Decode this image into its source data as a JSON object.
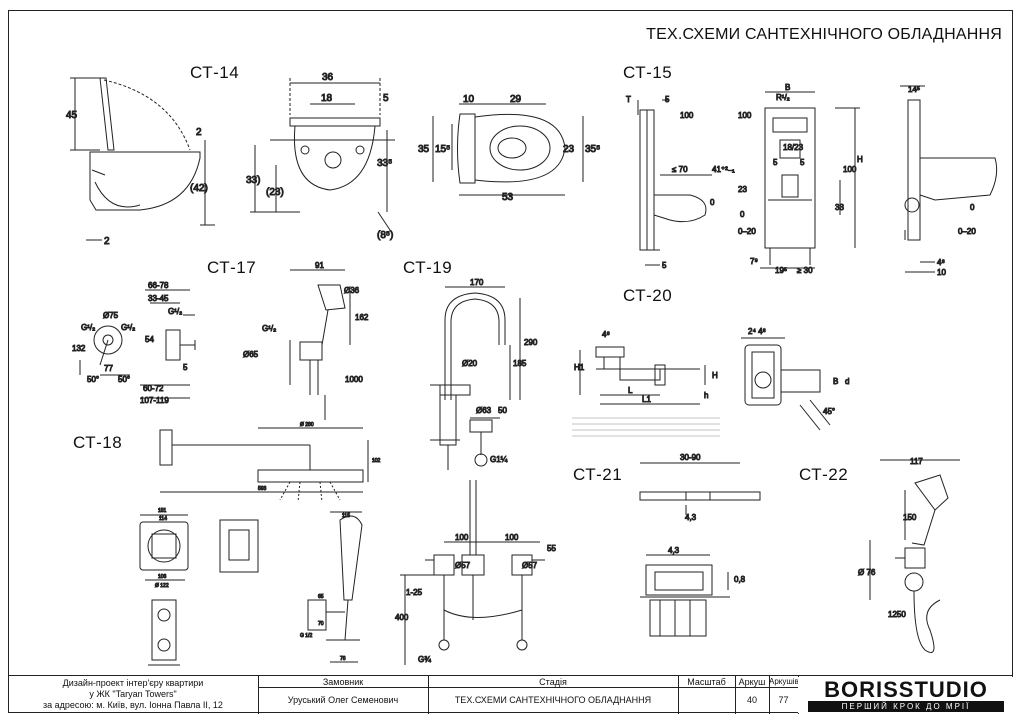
{
  "sheet": {
    "title": "ТЕХ.СХЕМИ САНТЕХНІЧНОГО ОБЛАДНАННЯ"
  },
  "labels": {
    "ct14": "СТ-14",
    "ct15": "СТ-15",
    "ct17": "СТ-17",
    "ct18": "СТ-18",
    "ct19": "СТ-19",
    "ct20": "СТ-20",
    "ct21": "СТ-21",
    "ct22": "СТ-22"
  },
  "dims": {
    "ct14": {
      "d45": "45",
      "d2a": "2",
      "d42": "(42)",
      "d2b": "2",
      "d36": "36",
      "d18": "18",
      "d5": "5",
      "d33": "33)",
      "d23": "(23)",
      "d335": "33⁵",
      "d85": "(8⁵)",
      "d10": "10",
      "d29": "29",
      "d35a": "35",
      "d155": "15⁵",
      "d23b": "23",
      "d355": "35⁵",
      "d53": "53"
    },
    "ct15": {
      "T": "T",
      "d5a": "5",
      "d100a": "100",
      "le70": "≤ 70",
      "d41": "41⁺²₋₁",
      "d0a": "0",
      "d5b": "5",
      "B": "B",
      "R": "R¹/₂",
      "d100b": "100",
      "d1823": "18/23",
      "d5c": "5",
      "d5d": "5",
      "H": "H",
      "d100c": "100",
      "d23": "23",
      "d33": "33",
      "d0b": "0",
      "d020a": "0–20",
      "d7": "7⁹",
      "d19": "19⁵",
      "ge30": "≥ 30",
      "d14": "14⁵",
      "d0c": "0",
      "d020b": "0–20",
      "d4": "4⁸",
      "d10": "10"
    },
    "ct17": {
      "a6678": "66-78",
      "a3345": "33-45",
      "g12a": "G¹/₂",
      "g12b": "G¹/₂",
      "g12c": "G¹/₂",
      "o75": "Ø75",
      "d132": "132",
      "d54": "54",
      "d77": "77",
      "a50a": "50°",
      "a50b": "50°",
      "d5": "5",
      "a6072": "60-72",
      "a107": "107-119",
      "d91": "91",
      "o36": "Ø36",
      "d162": "162",
      "g12d": "G¹/₂",
      "o65": "Ø65",
      "d1000": "1000"
    },
    "ct18": {
      "d280": "Ø 280",
      "d593": "593",
      "d102": "102",
      "d151": "151",
      "d114": "114",
      "d106": "106",
      "d122": "Ø 122",
      "d115": "115",
      "d65": "65",
      "d70": "70",
      "d78": "78",
      "g12": "G 1/2"
    },
    "ct19": {
      "d170": "170",
      "d290": "290",
      "d185": "185",
      "o20": "Ø20",
      "o63": "Ø63",
      "d50": "50",
      "g114": "G1¼",
      "d100a": "100",
      "d100b": "100",
      "d55": "55",
      "o57a": "Ø57",
      "o57b": "Ø57",
      "d125": "1-25",
      "d400": "400",
      "g34": "G¾"
    },
    "ct20": {
      "d48": "4⁸",
      "H1": "H1",
      "H": "H",
      "h": "h",
      "L": "L",
      "L1": "L1",
      "d28": "2⁴ 4⁸",
      "B": "B",
      "d": "d",
      "a45": "45°"
    },
    "ct21": {
      "d3090": "30-90",
      "d43a": "4,3",
      "d43b": "4,3",
      "d08": "0,8"
    },
    "ct22": {
      "d117": "117",
      "d150": "150",
      "o76": "Ø 76",
      "d1250": "1250"
    }
  },
  "title_block": {
    "project_line1": "Дизайн-проект інтер'єру квартири",
    "project_line2": "у ЖК \"Taryan Towers\"",
    "project_line3": "за адресою: м. Київ, вул. Іонна Павла II, 12",
    "customer_header": "Замовник",
    "customer": "Уруський Олег Семенович",
    "stage_header": "Стадія",
    "stage": "ТЕХ.СХЕМИ САНТЕХНІЧНОГО ОБЛАДНАННЯ",
    "scale_header": "Масштаб",
    "sheet_header": "Аркуш",
    "sheets_header": "Аркушів",
    "sheet_no": "40",
    "sheets_total": "77",
    "studio_name": "BORISSTUDIO",
    "studio_slogan": "ПЕРШИЙ КРОК ДО МРІЇ"
  }
}
